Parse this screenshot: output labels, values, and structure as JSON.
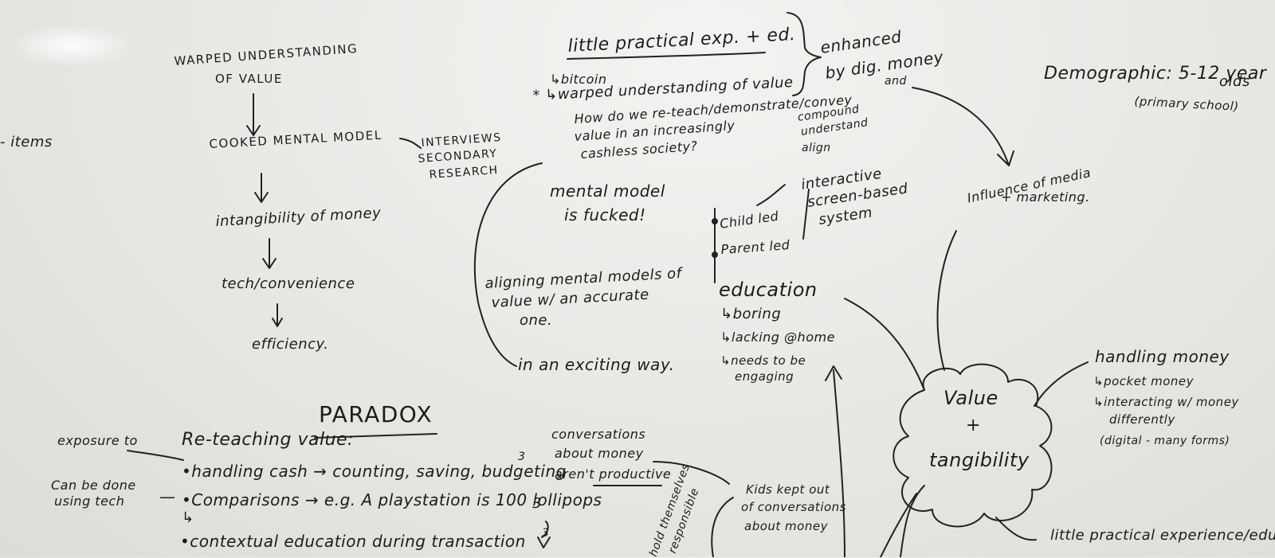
{
  "left": {
    "items": "- items",
    "warped_1": "WARPED UNDERSTANDING",
    "warped_2": "OF VALUE",
    "cooked": "COOKED MENTAL MODEL",
    "interviews_1": "INTERVIEWS",
    "interviews_2": "SECONDARY",
    "interviews_3": "RESEARCH",
    "intangibility": "intangibility of money",
    "tech": "tech/convenience",
    "efficiency": "efficiency."
  },
  "paradox": {
    "title": "PARADOX",
    "exposure": "exposure to",
    "reteaching": "Re-teaching value:",
    "handling_cash": "•handling cash → counting, saving, budgeting",
    "sup3a": "3",
    "can_be_done_1": "Can be done",
    "can_be_done_2": "using tech",
    "dash": "—",
    "comparisons": "•Comparisons → e.g. A playstation is 100 lollipops",
    "sup3b": "3",
    "arrow": "↳",
    "contextual": "•contextual education during transaction",
    "sup3c": "3"
  },
  "center": {
    "little_practical": "little practical exp. + ed.",
    "bitcoin": "↳bitcoin",
    "star_warped": "* ↳warped understanding of value",
    "how_1": "How do we re-teach/demonstrate/convey",
    "how_2": "value in an increasingly",
    "how_3": "cashless society?",
    "enhanced_1": "enhanced",
    "enhanced_2": "by dig. money",
    "enhanced_3": "and",
    "compound_1": "compound",
    "compound_2": "understand",
    "compound_3": "align",
    "mental_1": "mental model",
    "mental_2": "is fucked!",
    "aligning_1": "aligning mental models of",
    "aligning_2": "value w/ an accurate",
    "aligning_3": "one.",
    "exciting": "in an exciting way.",
    "interactive_1": "interactive",
    "interactive_2": "screen-based",
    "interactive_3": "system",
    "child_led": "Child led",
    "parent_led": "Parent led",
    "education": "education",
    "boring": "↳boring",
    "lacking": "↳lacking @home",
    "needs_1": "↳needs to be",
    "needs_2": "engaging",
    "conv_1": "conversations",
    "conv_2": "about money",
    "conv_3": "aren't productive",
    "kids_1": "Kids kept out",
    "kids_2": "of conversations",
    "kids_3": "about money",
    "hold_1": "hold themselves",
    "hold_2": "responsible"
  },
  "right": {
    "demographic": "Demographic: 5-12 year",
    "olds": "olds",
    "primary": "(primary school)",
    "influence_1": "Influence of media",
    "influence_2": "+ marketing.",
    "value_1": "Value",
    "value_plus": "+",
    "value_2": "tangibility",
    "handling": "handling money",
    "pocket": "↳pocket money",
    "interacting_1": "↳interacting w/ money",
    "interacting_2": "differently",
    "interacting_3": "(digital - many forms)",
    "little_bottom": "little practical experience/educati"
  }
}
